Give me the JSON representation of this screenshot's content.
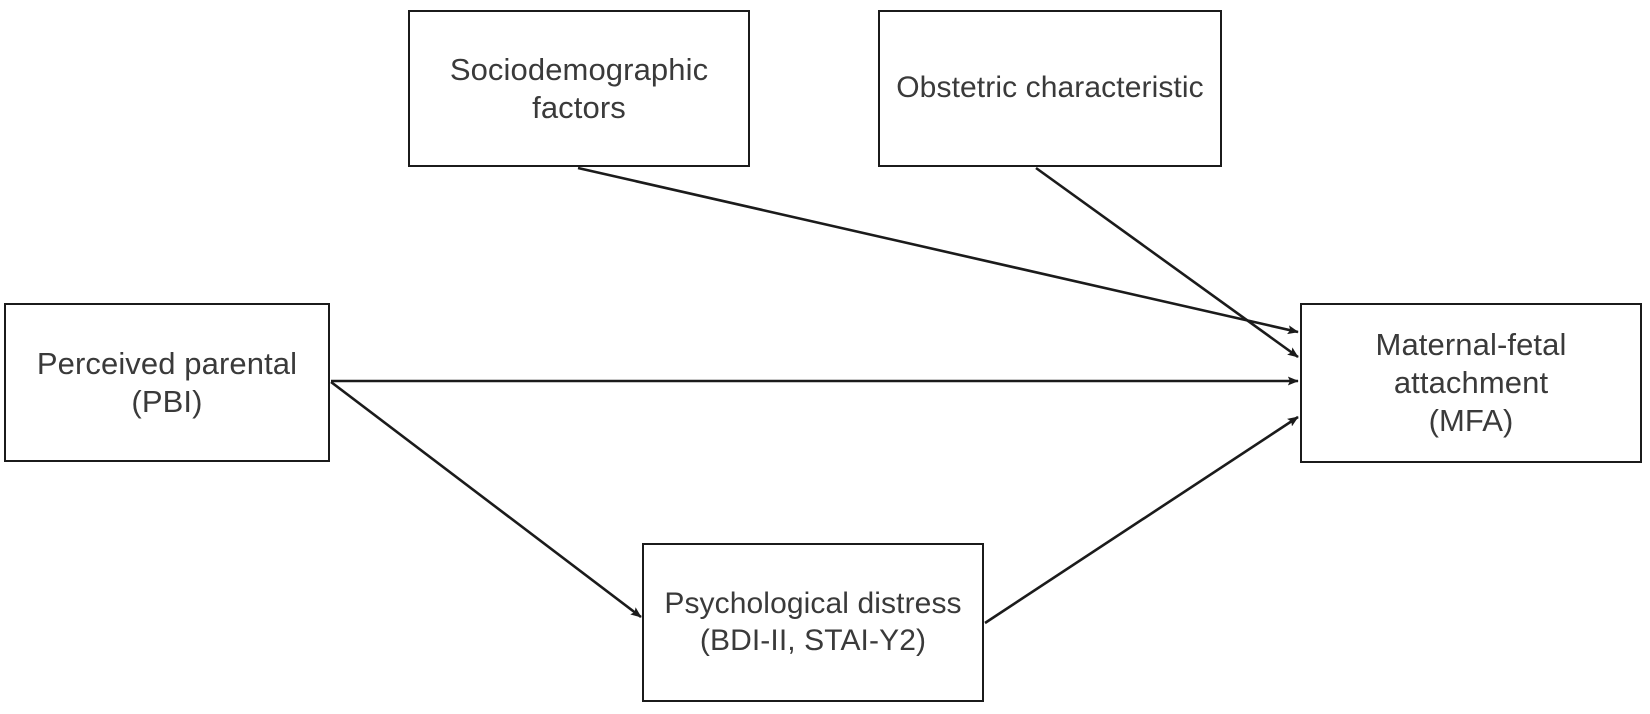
{
  "diagram": {
    "type": "path-model-flow-diagram",
    "background_color": "#ffffff",
    "line_color": "#1b1b1b",
    "text_color": "#3a3a3a",
    "nodes": [
      {
        "id": "sociodemographic",
        "label": "Sociodemographic\nfactors",
        "line1": "Sociodemographic",
        "line2": "factors"
      },
      {
        "id": "obstetric",
        "label": "Obstetric characteristic",
        "line1": "Obstetric characteristic",
        "line2": ""
      },
      {
        "id": "pbi",
        "label": "Perceived parental\n(PBI)",
        "line1": "Perceived parental",
        "line2": "(PBI)"
      },
      {
        "id": "mfa",
        "label": "Maternal-fetal\nattachment\n(MFA)",
        "line1": "Maternal-fetal",
        "line2": "attachment",
        "line3": "(MFA)"
      },
      {
        "id": "distress",
        "label": "Psychological distress\n(BDI-II, STAI-Y2)",
        "line1": "Psychological distress",
        "line2": "(BDI-II, STAI-Y2)"
      }
    ],
    "edges": [
      {
        "id": "socio-to-mfa",
        "from": "sociodemographic",
        "to": "mfa",
        "arrow": true,
        "style": "solid"
      },
      {
        "id": "obstetric-to-mfa",
        "from": "obstetric",
        "to": "mfa",
        "arrow": true,
        "style": "solid"
      },
      {
        "id": "pbi-to-mfa",
        "from": "pbi",
        "to": "mfa",
        "arrow": true,
        "style": "solid"
      },
      {
        "id": "pbi-to-distress",
        "from": "pbi",
        "to": "distress",
        "arrow": true,
        "style": "solid"
      },
      {
        "id": "distress-to-mfa",
        "from": "distress",
        "to": "mfa",
        "arrow": true,
        "style": "solid"
      }
    ]
  }
}
